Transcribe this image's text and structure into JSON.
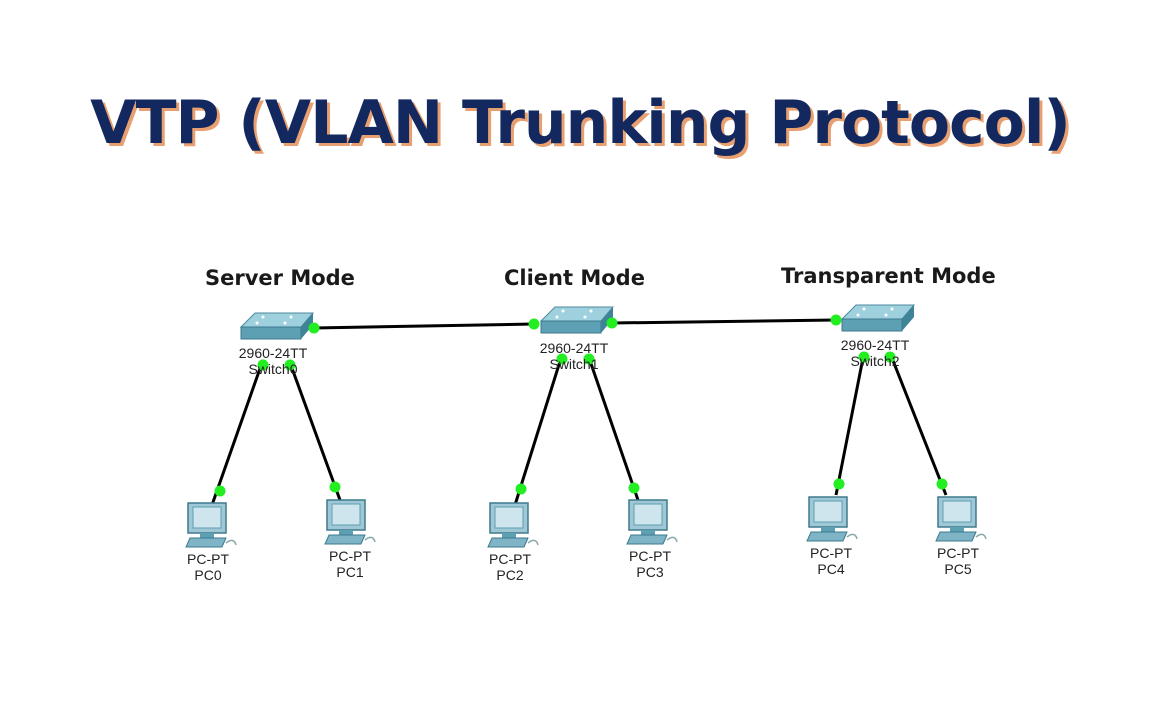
{
  "title": "VTP (VLAN Trunking Protocol)",
  "colors": {
    "title": "#13285e",
    "title_shadow": "#e8a070",
    "link": "#000000",
    "port_up": "#22ee22",
    "device": "#6aaabd"
  },
  "modes": [
    {
      "label": "Server Mode"
    },
    {
      "label": "Client Mode"
    },
    {
      "label": "Transparent Mode"
    }
  ],
  "switches": [
    {
      "model": "2960-24TT",
      "name": "Switch0"
    },
    {
      "model": "2960-24TT",
      "name": "Switch1"
    },
    {
      "model": "2960-24TT",
      "name": "Switch2"
    }
  ],
  "pcs": [
    {
      "model": "PC-PT",
      "name": "PC0"
    },
    {
      "model": "PC-PT",
      "name": "PC1"
    },
    {
      "model": "PC-PT",
      "name": "PC2"
    },
    {
      "model": "PC-PT",
      "name": "PC3"
    },
    {
      "model": "PC-PT",
      "name": "PC4"
    },
    {
      "model": "PC-PT",
      "name": "PC5"
    }
  ],
  "links": [
    {
      "from": "Switch0",
      "to": "Switch1"
    },
    {
      "from": "Switch1",
      "to": "Switch2"
    },
    {
      "from": "Switch0",
      "to": "PC0"
    },
    {
      "from": "Switch0",
      "to": "PC1"
    },
    {
      "from": "Switch1",
      "to": "PC2"
    },
    {
      "from": "Switch1",
      "to": "PC3"
    },
    {
      "from": "Switch2",
      "to": "PC4"
    },
    {
      "from": "Switch2",
      "to": "PC5"
    }
  ]
}
